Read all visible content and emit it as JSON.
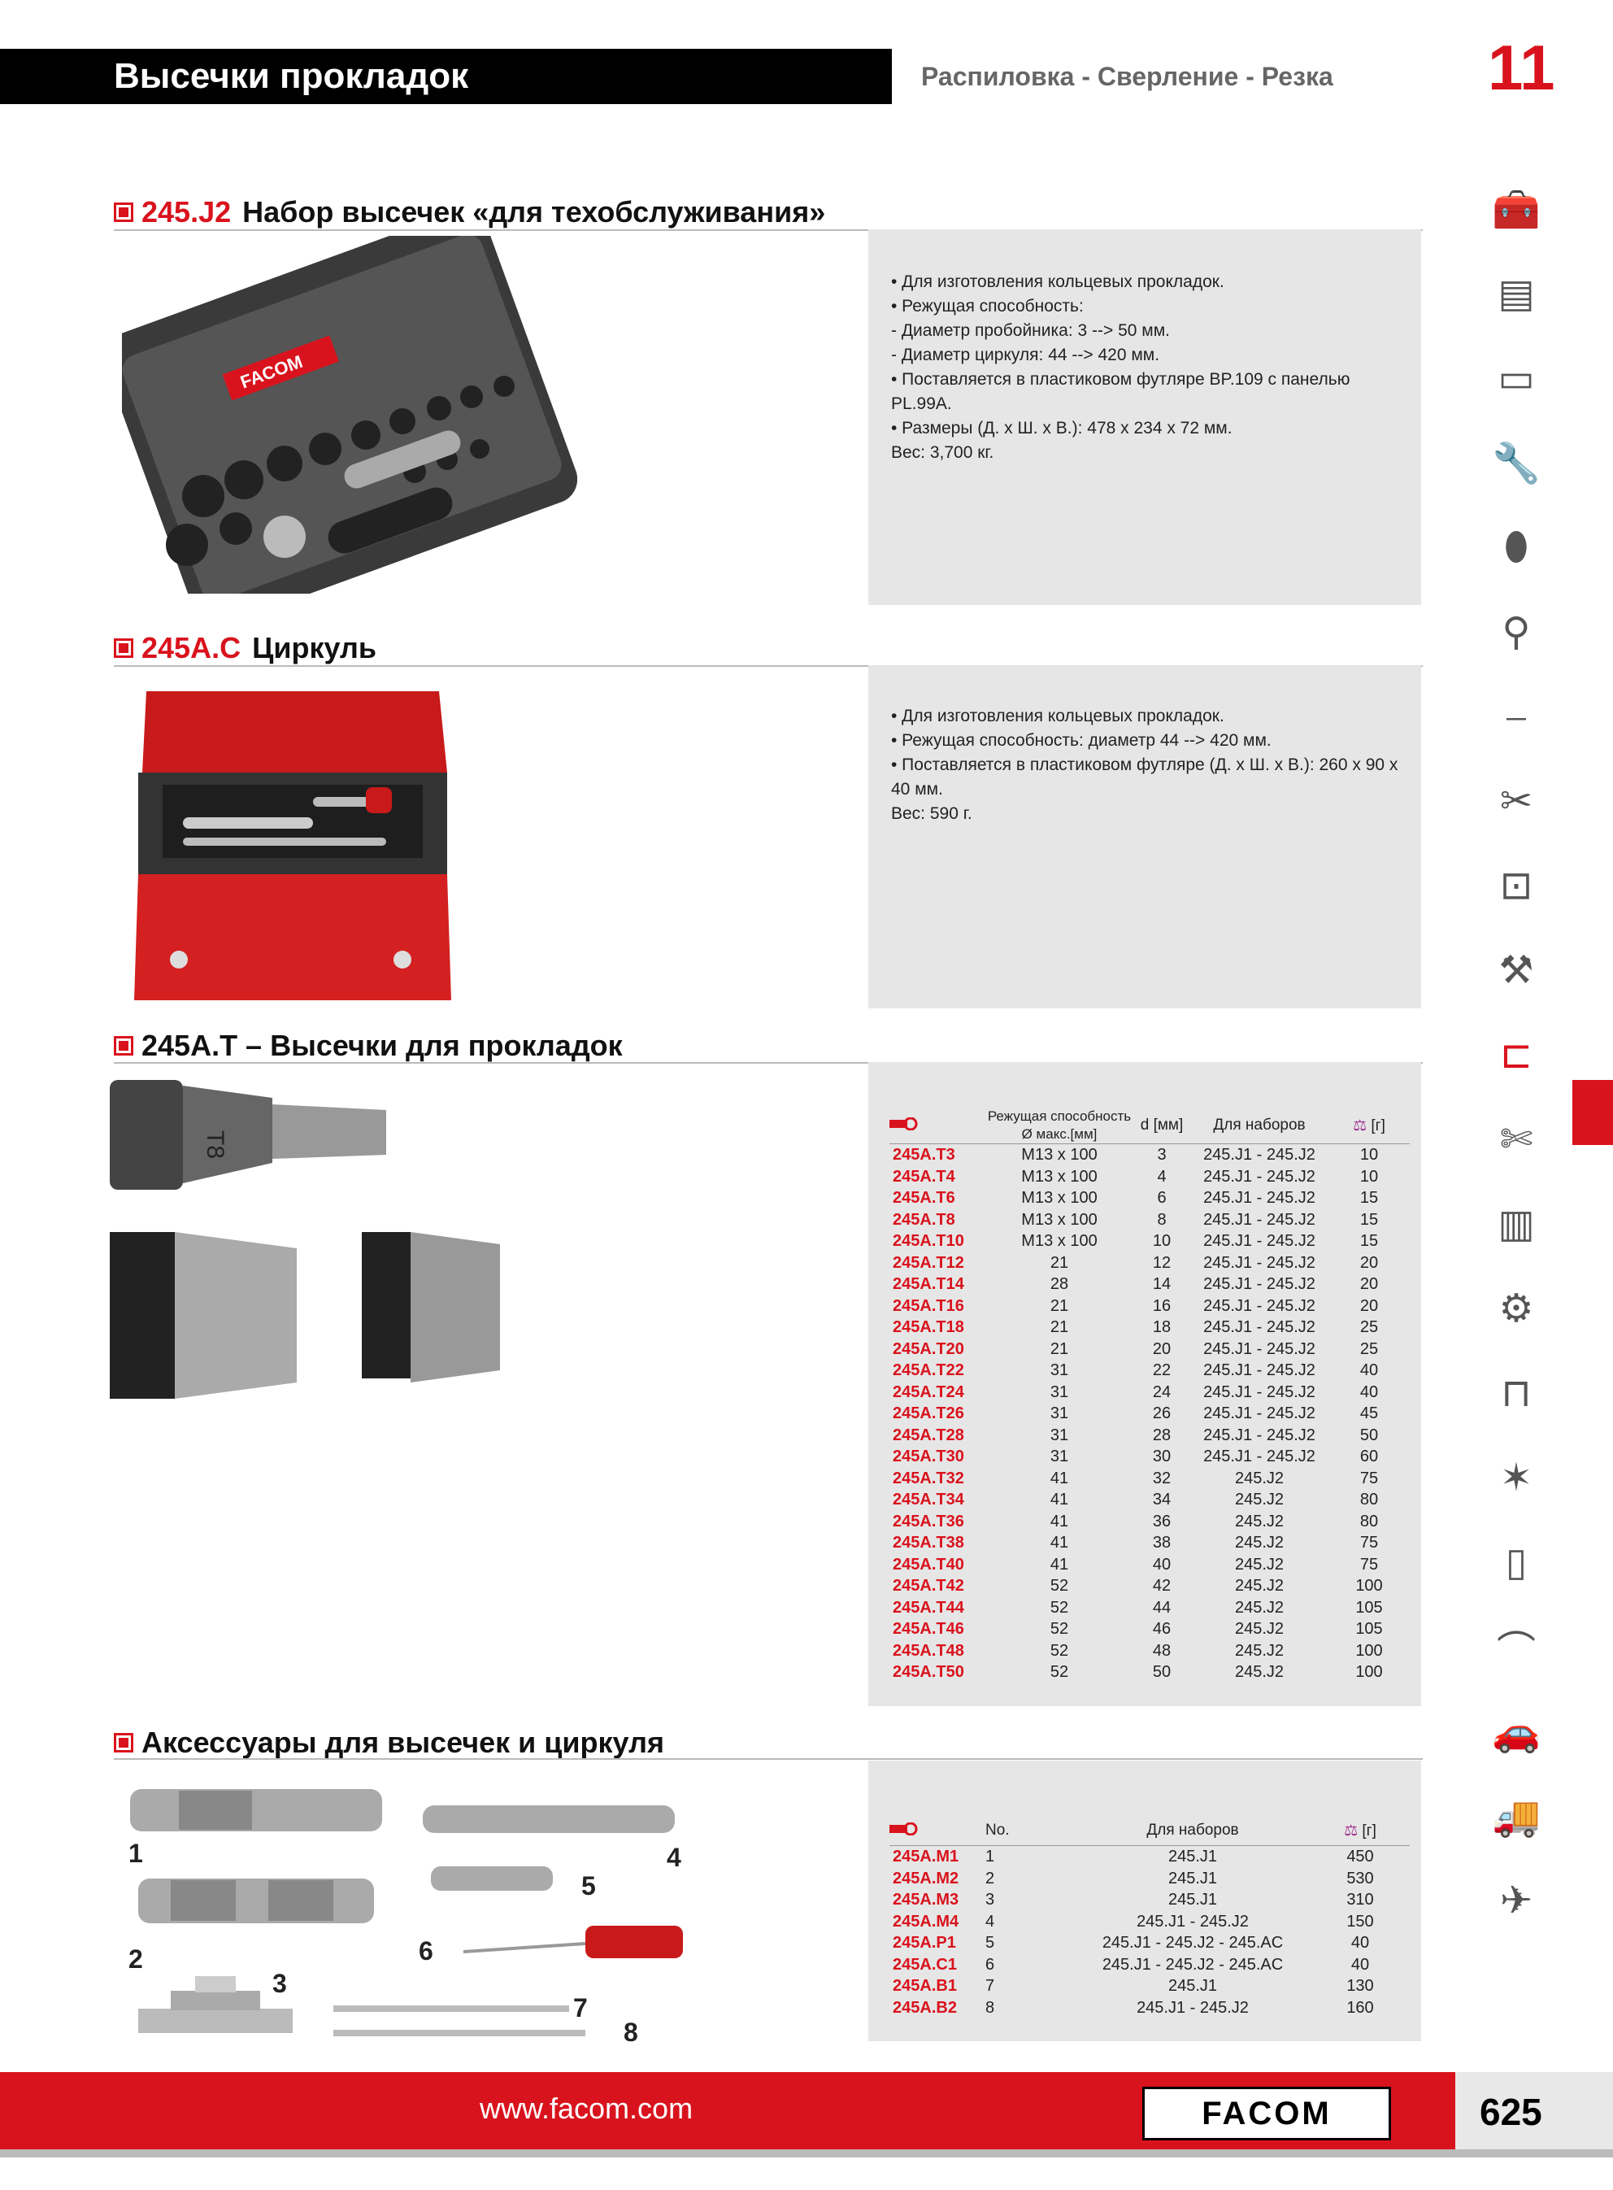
{
  "header": {
    "title": "Высечки прокладок",
    "subtitle": "Распиловка - Сверление - Резка",
    "chapter": "11"
  },
  "sections": {
    "s1": {
      "code": "245.J2",
      "title": "Набор высечек «для техобслуживания»",
      "desc": "• Для изготовления кольцевых прокладок.\n• Режущая способность:\n- Диаметр пробойника: 3 --> 50 мм.\n- Диаметр циркуля: 44 --> 420 мм.\n• Поставляется в пластиковом футляре BP.109 с панелью\n   PL.99A.\n• Размеры (Д. x Ш. x В.): 478 x 234 x 72 мм.\nВес: 3,700 кг.",
      "case_logo": "FACOM"
    },
    "s2": {
      "code": "245A.C",
      "title": "Циркуль",
      "desc": "• Для изготовления кольцевых прокладок.\n• Режущая способность: диаметр 44 --> 420 мм.\n• Поставляется в пластиковом футляре (Д. x Ш. x В.): 260 x 90 x\n   40 мм.\nВес: 590 г."
    },
    "s3": {
      "title": "245A.T – Высечки для прокладок",
      "die_label": "T8",
      "table": {
        "col_cap": "Режущая способность",
        "col_cap2": "Ø макс.[мм]",
        "col_d": "d [мм]",
        "col_sets": "Для наборов",
        "col_w": "[г]",
        "rows": [
          [
            "245A.T3",
            "M13 x 100",
            "3",
            "245.J1 - 245.J2",
            "10"
          ],
          [
            "245A.T4",
            "M13 x 100",
            "4",
            "245.J1 - 245.J2",
            "10"
          ],
          [
            "245A.T6",
            "M13 x 100",
            "6",
            "245.J1 - 245.J2",
            "15"
          ],
          [
            "245A.T8",
            "M13 x 100",
            "8",
            "245.J1 - 245.J2",
            "15"
          ],
          [
            "245A.T10",
            "M13 x 100",
            "10",
            "245.J1 - 245.J2",
            "15"
          ],
          [
            "245A.T12",
            "21",
            "12",
            "245.J1 - 245.J2",
            "20"
          ],
          [
            "245A.T14",
            "28",
            "14",
            "245.J1 - 245.J2",
            "20"
          ],
          [
            "245A.T16",
            "21",
            "16",
            "245.J1 - 245.J2",
            "20"
          ],
          [
            "245A.T18",
            "21",
            "18",
            "245.J1 - 245.J2",
            "25"
          ],
          [
            "245A.T20",
            "21",
            "20",
            "245.J1 - 245.J2",
            "25"
          ],
          [
            "245A.T22",
            "31",
            "22",
            "245.J1 - 245.J2",
            "40"
          ],
          [
            "245A.T24",
            "31",
            "24",
            "245.J1 - 245.J2",
            "40"
          ],
          [
            "245A.T26",
            "31",
            "26",
            "245.J1 - 245.J2",
            "45"
          ],
          [
            "245A.T28",
            "31",
            "28",
            "245.J1 - 245.J2",
            "50"
          ],
          [
            "245A.T30",
            "31",
            "30",
            "245.J1 - 245.J2",
            "60"
          ],
          [
            "245A.T32",
            "41",
            "32",
            "245.J2",
            "75"
          ],
          [
            "245A.T34",
            "41",
            "34",
            "245.J2",
            "80"
          ],
          [
            "245A.T36",
            "41",
            "36",
            "245.J2",
            "80"
          ],
          [
            "245A.T38",
            "41",
            "38",
            "245.J2",
            "75"
          ],
          [
            "245A.T40",
            "41",
            "40",
            "245.J2",
            "75"
          ],
          [
            "245A.T42",
            "52",
            "42",
            "245.J2",
            "100"
          ],
          [
            "245A.T44",
            "52",
            "44",
            "245.J2",
            "105"
          ],
          [
            "245A.T46",
            "52",
            "46",
            "245.J2",
            "105"
          ],
          [
            "245A.T48",
            "52",
            "48",
            "245.J2",
            "100"
          ],
          [
            "245A.T50",
            "52",
            "50",
            "245.J2",
            "100"
          ]
        ]
      }
    },
    "s4": {
      "title": "Аксессуары для высечек и циркуля",
      "labels": [
        "1",
        "2",
        "3",
        "4",
        "5",
        "6",
        "7",
        "8"
      ],
      "table": {
        "col_no": "No.",
        "col_sets": "Для наборов",
        "col_w": "[г]",
        "rows": [
          [
            "245A.M1",
            "1",
            "245.J1",
            "450"
          ],
          [
            "245A.M2",
            "2",
            "245.J1",
            "530"
          ],
          [
            "245A.M3",
            "3",
            "245.J1",
            "310"
          ],
          [
            "245A.M4",
            "4",
            "245.J1 - 245.J2",
            "150"
          ],
          [
            "245A.P1",
            "5",
            "245.J1 - 245.J2 - 245.AC",
            "40"
          ],
          [
            "245A.C1",
            "6",
            "245.J1 - 245.J2 - 245.AC",
            "40"
          ],
          [
            "245A.B1",
            "7",
            "245.J1",
            "130"
          ],
          [
            "245A.B2",
            "8",
            "245.J1 - 245.J2",
            "160"
          ]
        ]
      }
    }
  },
  "sidebar_icons": [
    "toolbox-icon",
    "tool-cabinet-icon",
    "storage-case-icon",
    "wrench-icon",
    "socket-icon",
    "ratchet-icon",
    "screwdriver-icon",
    "pliers-icon",
    "tape-measure-icon",
    "hammer-icon",
    "hacksaw-icon",
    "crimping-tool-icon",
    "tester-icon",
    "impact-wrench-icon",
    "vise-icon",
    "safety-icon",
    "circuit-breaker-icon",
    "handle-icon",
    "car-icon",
    "truck-icon",
    "airplane-icon"
  ],
  "footer": {
    "url": "www.facom.com",
    "logo": "FACOM",
    "page": "625"
  },
  "colors": {
    "accent": "#d9131d",
    "gray_box": "#e6e6e6"
  }
}
